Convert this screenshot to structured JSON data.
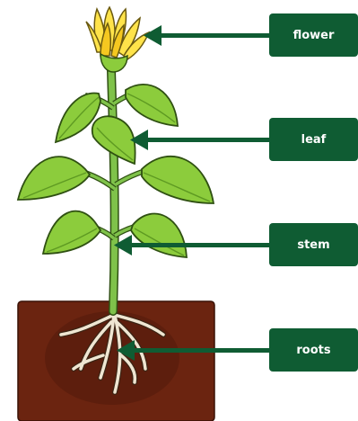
{
  "labels": [
    {
      "key": "flower",
      "text": "flower"
    },
    {
      "key": "leaf",
      "text": "leaf"
    },
    {
      "key": "stem",
      "text": "stem"
    },
    {
      "key": "roots",
      "text": "roots"
    }
  ],
  "colors": {
    "label_fill": "#0f5c33",
    "label_text": "#ffffff",
    "arrow": "#0f5c33",
    "soil": "#6b2410",
    "soil_shadow": "#5a1d0c",
    "stem": "#7fc24a",
    "leaf": "#8ccc3c",
    "leaf_vein": "#5e9a22",
    "petal": "#ffe34a",
    "flower_base": "#8ccc3c",
    "roots": "#efe6d2"
  }
}
